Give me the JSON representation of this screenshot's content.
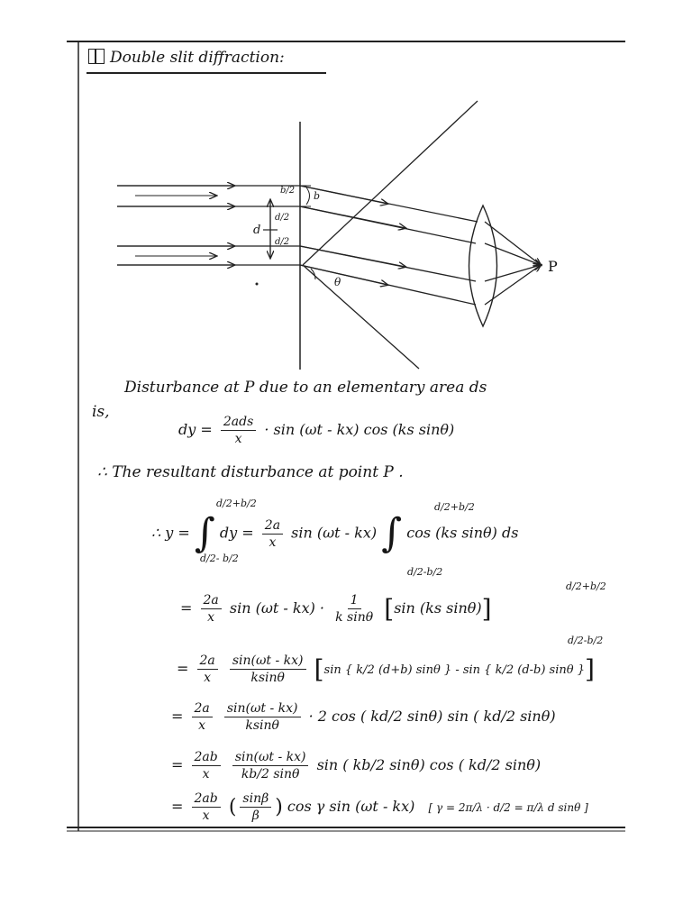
{
  "heading": {
    "title": "Double slit diffraction:"
  },
  "diagram": {
    "labels": {
      "b_half": "b/2",
      "b": "b",
      "d_half_top": "d/2",
      "d": "d",
      "d_half_bottom": "d/2",
      "theta": "θ",
      "point": "P"
    }
  },
  "text": {
    "intro_line1": "Disturbance   at P   due to an elementary   area ds",
    "intro_line2": "is,",
    "resultant": "∴ The resultant disturbance  at point  P ."
  },
  "equations": {
    "eq1": {
      "lhs": "dy =",
      "num": "2ads",
      "den": "x",
      "rhs": "· sin (ωt - kx) cos (ks sinθ)"
    },
    "eq2": {
      "lhs": "∴ y =",
      "upper": "d/2+b/2",
      "lower": "d/2- b/2",
      "integrand": "dy  =",
      "coef_num": "2a",
      "coef_den": "x",
      "mid": "sin (ωt - kx)",
      "upper2": "d/2+b/2",
      "lower2": "d/2-b/2",
      "integrand2": "cos (ks sinθ) ds"
    },
    "eq3": {
      "prefix": "=",
      "coef_num": "2a",
      "coef_den": "x",
      "mid": "sin (ωt - kx) ·",
      "f_num": "1",
      "f_den": "k sinθ",
      "bracket": "sin (ks sinθ)",
      "upper": "d/2+b/2",
      "lower": "d/2-b/2"
    },
    "eq4": {
      "prefix": "=",
      "coef_num": "2a",
      "coef_den": "x",
      "f_num": "sin(ωt - kx)",
      "f_den": "ksinθ",
      "bracket": "sin { k/2 (d+b) sinθ } - sin { k/2 (d-b) sinθ }"
    },
    "eq5": {
      "prefix": "=",
      "coef_num": "2a",
      "coef_den": "x",
      "f_num": "sin(ωt - kx)",
      "f_den": "ksinθ",
      "rest": "· 2 cos ( kd/2 sinθ) sin ( kd/2 sinθ)"
    },
    "eq6": {
      "prefix": "=",
      "coef_num": "2ab",
      "coef_den": "x",
      "f_num": "sin(ωt - kx)",
      "f_den": "kb/2 sinθ",
      "rest": "sin ( kb/2 sinθ) cos ( kd/2 sinθ)"
    },
    "eq7": {
      "prefix": "=",
      "coef_num": "2ab",
      "coef_den": "x",
      "paren_num": "sinβ",
      "paren_den": "β",
      "rest": "cos γ sin (ωt - kx)",
      "note": "[ γ = 2π/λ · d/2 = π/λ d sinθ ]"
    }
  }
}
